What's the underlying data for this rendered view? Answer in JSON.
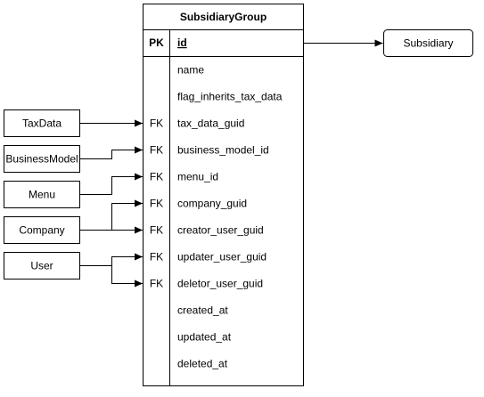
{
  "table": {
    "name": "SubsidiaryGroup",
    "pk_key": "PK",
    "pk_field": "id",
    "fields": [
      {
        "key": "",
        "name": "name"
      },
      {
        "key": "",
        "name": "flag_inherits_tax_data"
      },
      {
        "key": "FK",
        "name": "tax_data_guid"
      },
      {
        "key": "FK",
        "name": "business_model_id"
      },
      {
        "key": "FK",
        "name": "menu_id"
      },
      {
        "key": "FK",
        "name": "company_guid"
      },
      {
        "key": "FK",
        "name": "creator_user_guid"
      },
      {
        "key": "FK",
        "name": "updater_user_guid"
      },
      {
        "key": "FK",
        "name": "deletor_user_guid"
      },
      {
        "key": "",
        "name": "created_at"
      },
      {
        "key": "",
        "name": "updated_at"
      },
      {
        "key": "",
        "name": "deleted_at"
      }
    ]
  },
  "entities": {
    "subsidiary": "Subsidiary",
    "taxdata": "TaxData",
    "businessmodel": "BusinessModel",
    "menu": "Menu",
    "company": "Company",
    "user": "User"
  }
}
